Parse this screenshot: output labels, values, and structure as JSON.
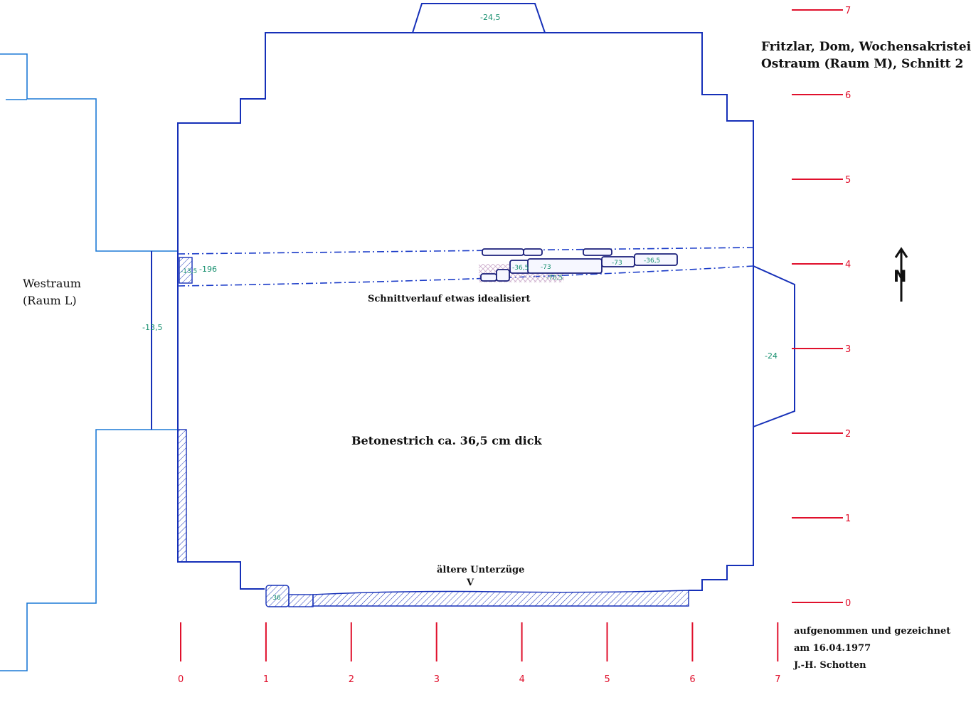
{
  "title": {
    "line1": "Fritzlar, Dom, Wochensakristei,",
    "line2": "Ostraum (Raum M), Schnitt 2"
  },
  "west_room": {
    "line1": "Westraum",
    "line2": "(Raum L)"
  },
  "section_note": "Schnittverlauf etwas idealisiert",
  "screed_note": "Betonestrich ca. 36,5 cm dick",
  "older_beams": {
    "line1": "ältere Unterzüge",
    "marker": "V"
  },
  "credit": {
    "line1": "aufgenommen und gezeichnet",
    "line2": "am 16.04.1977",
    "line3": "J.-H. Schotten"
  },
  "north_symbol": "N",
  "x_scale": [
    "0",
    "1",
    "2",
    "3",
    "4",
    "5",
    "6",
    "7"
  ],
  "y_scale": [
    "0",
    "1",
    "2",
    "3",
    "4",
    "5",
    "6",
    "7"
  ],
  "elevations": {
    "niche_top": "-24,5",
    "west_door": "-13,5",
    "east_niche": "-24",
    "cut_west": "-196",
    "cut_west_small": "-13,5",
    "stones": [
      "-36,5",
      "-73",
      "-73",
      "-36,5",
      "-70,5"
    ],
    "beam_stone": "-36"
  },
  "colors": {
    "walls": "#1630b8",
    "scale": "#e0102c",
    "elevations": "#168f6e"
  }
}
